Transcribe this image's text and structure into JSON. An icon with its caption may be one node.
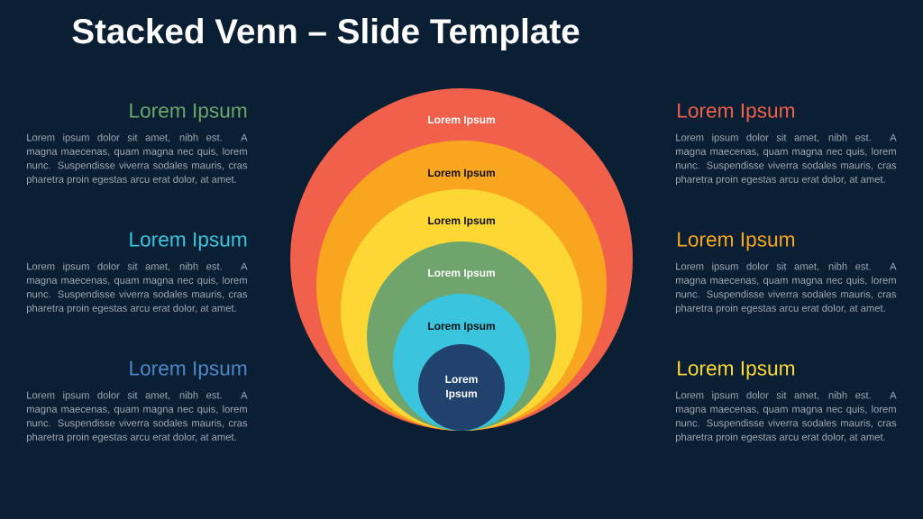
{
  "diagram": {
    "title": "Stacked Venn – Slide Template",
    "nodes": [
      {
        "text": [
          "Lorem Ipsum"
        ]
      },
      {
        "text": [
          "Lorem Ipsum"
        ],
        "in": 0
      },
      {
        "text": [
          "Lorem Ipsum"
        ],
        "in": 1
      },
      {
        "text": [
          "Lorem Ipsum"
        ],
        "in": 2
      },
      {
        "text": [
          "Lorem Ipsum"
        ],
        "in": 3
      },
      {
        "text": [
          "Lorem Ipsum"
        ],
        "in": 4
      }
    ],
    "labels": [
      "Lorem Ipsum",
      "Lorem ipsum dolor sit amet, nibh est. A magna maecenas, quam magna nec quis, lorem nunc. Suspendisse viverra sodales mauris, cras pharetra proin egestas arcu erat dolor, at amet.",
      "Lorem Ipsum",
      "Lorem ipsum dolor sit amet, nibh est. A magna maecenas, quam magna nec quis, lorem nunc. Suspendisse viverra sodales mauris, cras pharetra proin egestas arcu erat dolor, at amet.",
      "Lorem Ipsum",
      "Lorem ipsum dolor sit amet, nibh est. A magna maecenas, quam magna nec quis, lorem nunc. Suspendisse viverra sodales mauris, cras pharetra proin egestas arcu erat dolor, at amet.",
      "Lorem Ipsum",
      "Lorem ipsum dolor sit amet, nibh est. A magna maecenas, quam magna nec quis, lorem nunc. Suspendisse viverra sodales mauris, cras pharetra proin egestas arcu erat dolor, at amet.",
      "Lorem Ipsum",
      "Lorem ipsum dolor sit amet, nibh est. A magna maecenas, quam magna nec quis, lorem nunc. Suspendisse viverra sodales mauris, cras pharetra proin egestas arcu erat dolor, at amet.",
      "Lorem Ipsum",
      "Lorem ipsum dolor sit amet, nibh est. A magna maecenas, quam magna nec quis, lorem nunc. Suspendisse viverra sodales mauris, cras pharetra proin egestas arcu erat dolor, at amet."
    ]
  }
}
